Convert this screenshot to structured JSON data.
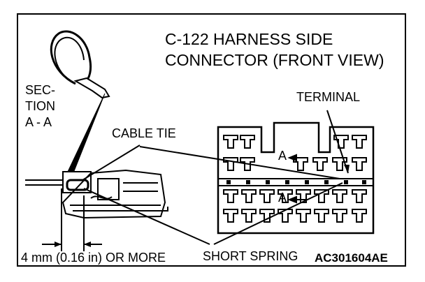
{
  "figure": {
    "title_line1": "C-122 HARNESS SIDE",
    "title_line2": "CONNECTOR (FRONT VIEW)",
    "section_line1": "SEC-",
    "section_line2": "TION",
    "section_line3": "A - A",
    "cable_tie_label": "CABLE TIE",
    "terminal_label": "TERMINAL",
    "section_mark": "A",
    "dimension_label": "4 mm (0.16 in) OR MORE",
    "short_spring_label": "SHORT SPRING",
    "figure_code": "AC301604AE"
  }
}
